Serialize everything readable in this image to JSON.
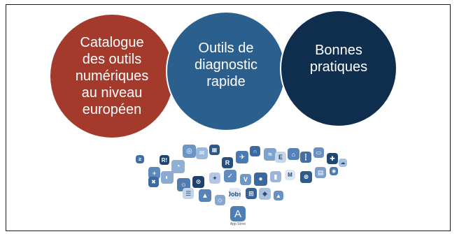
{
  "circles": [
    {
      "label": "Catalogue\ndes outils\nnumériques\nau niveau\neuropéen",
      "color": "#a33a2c"
    },
    {
      "label": "Outils de\ndiagnostic\nrapide",
      "color": "#2b5f8d"
    },
    {
      "label": "Bonnes\npratiques",
      "color": "#0f2e4e"
    }
  ],
  "icons": [
    {
      "glyph": "≥",
      "shade": "#3f6fa7"
    },
    {
      "glyph": "+",
      "shade": "#5b88bd"
    },
    {
      "glyph": "R!",
      "shade": "#1e446f"
    },
    {
      "glyph": "◔",
      "shade": "#8fb0d4"
    },
    {
      "glyph": "◎",
      "shade": "#6d95c3"
    },
    {
      "glyph": "✉",
      "shade": "#9bb9dc"
    },
    {
      "glyph": "▦",
      "shade": "#2d5786"
    },
    {
      "glyph": "R",
      "shade": "#24507f"
    },
    {
      "glyph": "✈",
      "shade": "#4a7ab2"
    },
    {
      "glyph": "∩",
      "shade": "#3b6aa1"
    },
    {
      "glyph": "≈",
      "shade": "#7fa2cc"
    },
    {
      "glyph": "E",
      "shade": "#c7d6ea"
    },
    {
      "glyph": "⌂",
      "shade": "#5581b8"
    },
    {
      "glyph": "┇",
      "shade": "#456fa3"
    },
    {
      "glyph": "▭",
      "shade": "#6a90c1"
    },
    {
      "glyph": "✚",
      "shade": "#1f4673"
    },
    {
      "glyph": "☁",
      "shade": "#a7c0de"
    },
    {
      "glyph": "✖",
      "shade": "#3c6ba3"
    },
    {
      "glyph": "◐",
      "shade": "#8aaad1"
    },
    {
      "glyph": "☼",
      "shade": "#4d7cb3"
    },
    {
      "glyph": "⊙",
      "shade": "#1d416b"
    },
    {
      "glyph": "✦",
      "shade": "#b2c8e3"
    },
    {
      "glyph": "✓",
      "shade": "#5e8bc0"
    },
    {
      "glyph": "V",
      "shade": "#6f96c5"
    },
    {
      "glyph": "●",
      "shade": "#3a689f"
    },
    {
      "glyph": "▮",
      "shade": "#9ab6da"
    },
    {
      "glyph": "M",
      "shade": "#dde7f3"
    },
    {
      "glyph": "⊚",
      "shade": "#2f5b8c"
    },
    {
      "glyph": "▤",
      "shade": "#7d9fca"
    },
    {
      "glyph": "◉",
      "shade": "#4c79ae"
    },
    {
      "glyph": "☰",
      "shade": "#c4d5ea"
    },
    {
      "glyph": "▲",
      "shade": "#5783b9"
    },
    {
      "glyph": "◇",
      "shade": "#86a7cf"
    },
    {
      "glyph": "Jobs",
      "shade": "#e1e9f4"
    },
    {
      "glyph": "⊞",
      "shade": "#356399"
    },
    {
      "glyph": "◆",
      "shade": "#a9c1df"
    },
    {
      "glyph": "▲",
      "shade": "#6a91c2"
    }
  ],
  "app_store": {
    "glyph": "A",
    "label": "App Store"
  }
}
